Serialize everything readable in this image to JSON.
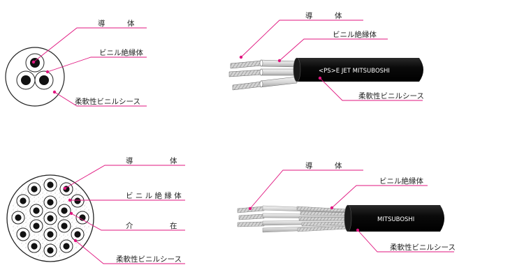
{
  "colors": {
    "leader": "#e0157f",
    "sheath": "#0a0a0a",
    "wire": "#9a9a9a"
  },
  "panel1": {
    "conductor": "導　　　体",
    "insulation": "ビニル絶縁体",
    "sheath": "柔軟性ビニルシース"
  },
  "panel2": {
    "conductor": "導　　　体",
    "insulation": "ビニル絶縁体",
    "sheath": "柔軟性ビニルシース",
    "print": "<PS>E  JET  MITSUBOSHI"
  },
  "panel3": {
    "conductor": "導　　　　　体",
    "insulation": "ビ ニ ル 絶 縁 体",
    "filler": "介　　　　　在",
    "sheath": "柔軟性ビニルシース"
  },
  "panel4": {
    "conductor": "導　　　体",
    "insulation": "ビニル絶縁体",
    "sheath": "柔軟性ビニルシース",
    "print": "MITSUBOSHI"
  }
}
